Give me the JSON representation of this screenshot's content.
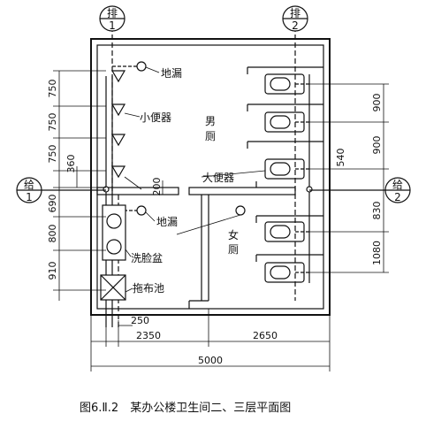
{
  "caption": "图6.Ⅱ.2　某办公楼卫生间二、三层平面图",
  "axes": {
    "pai1": {
      "top": "排",
      "bottom": "1"
    },
    "pai2": {
      "top": "排",
      "bottom": "2"
    },
    "gei1": {
      "top": "给",
      "bottom": "1"
    },
    "gei2": {
      "top": "给",
      "bottom": "2"
    }
  },
  "labels": {
    "floor_drain_top": "地漏",
    "urinal": "小便器",
    "men": "男",
    "men2": "厕",
    "toilet": "大便器",
    "floor_drain_mid": "地漏",
    "women": "女",
    "women2": "厕",
    "washbasin": "洗脸盆",
    "mop_sink": "拖布池"
  },
  "dims_left": [
    "750",
    "750",
    "750",
    "360",
    "690",
    "800",
    "910"
  ],
  "dims_right": [
    "900",
    "900",
    "540",
    "830",
    "1080"
  ],
  "dim_200": "200",
  "dims_bottom": {
    "d250": "250",
    "d2350": "2350",
    "d2650": "2650",
    "d5000": "5000"
  }
}
